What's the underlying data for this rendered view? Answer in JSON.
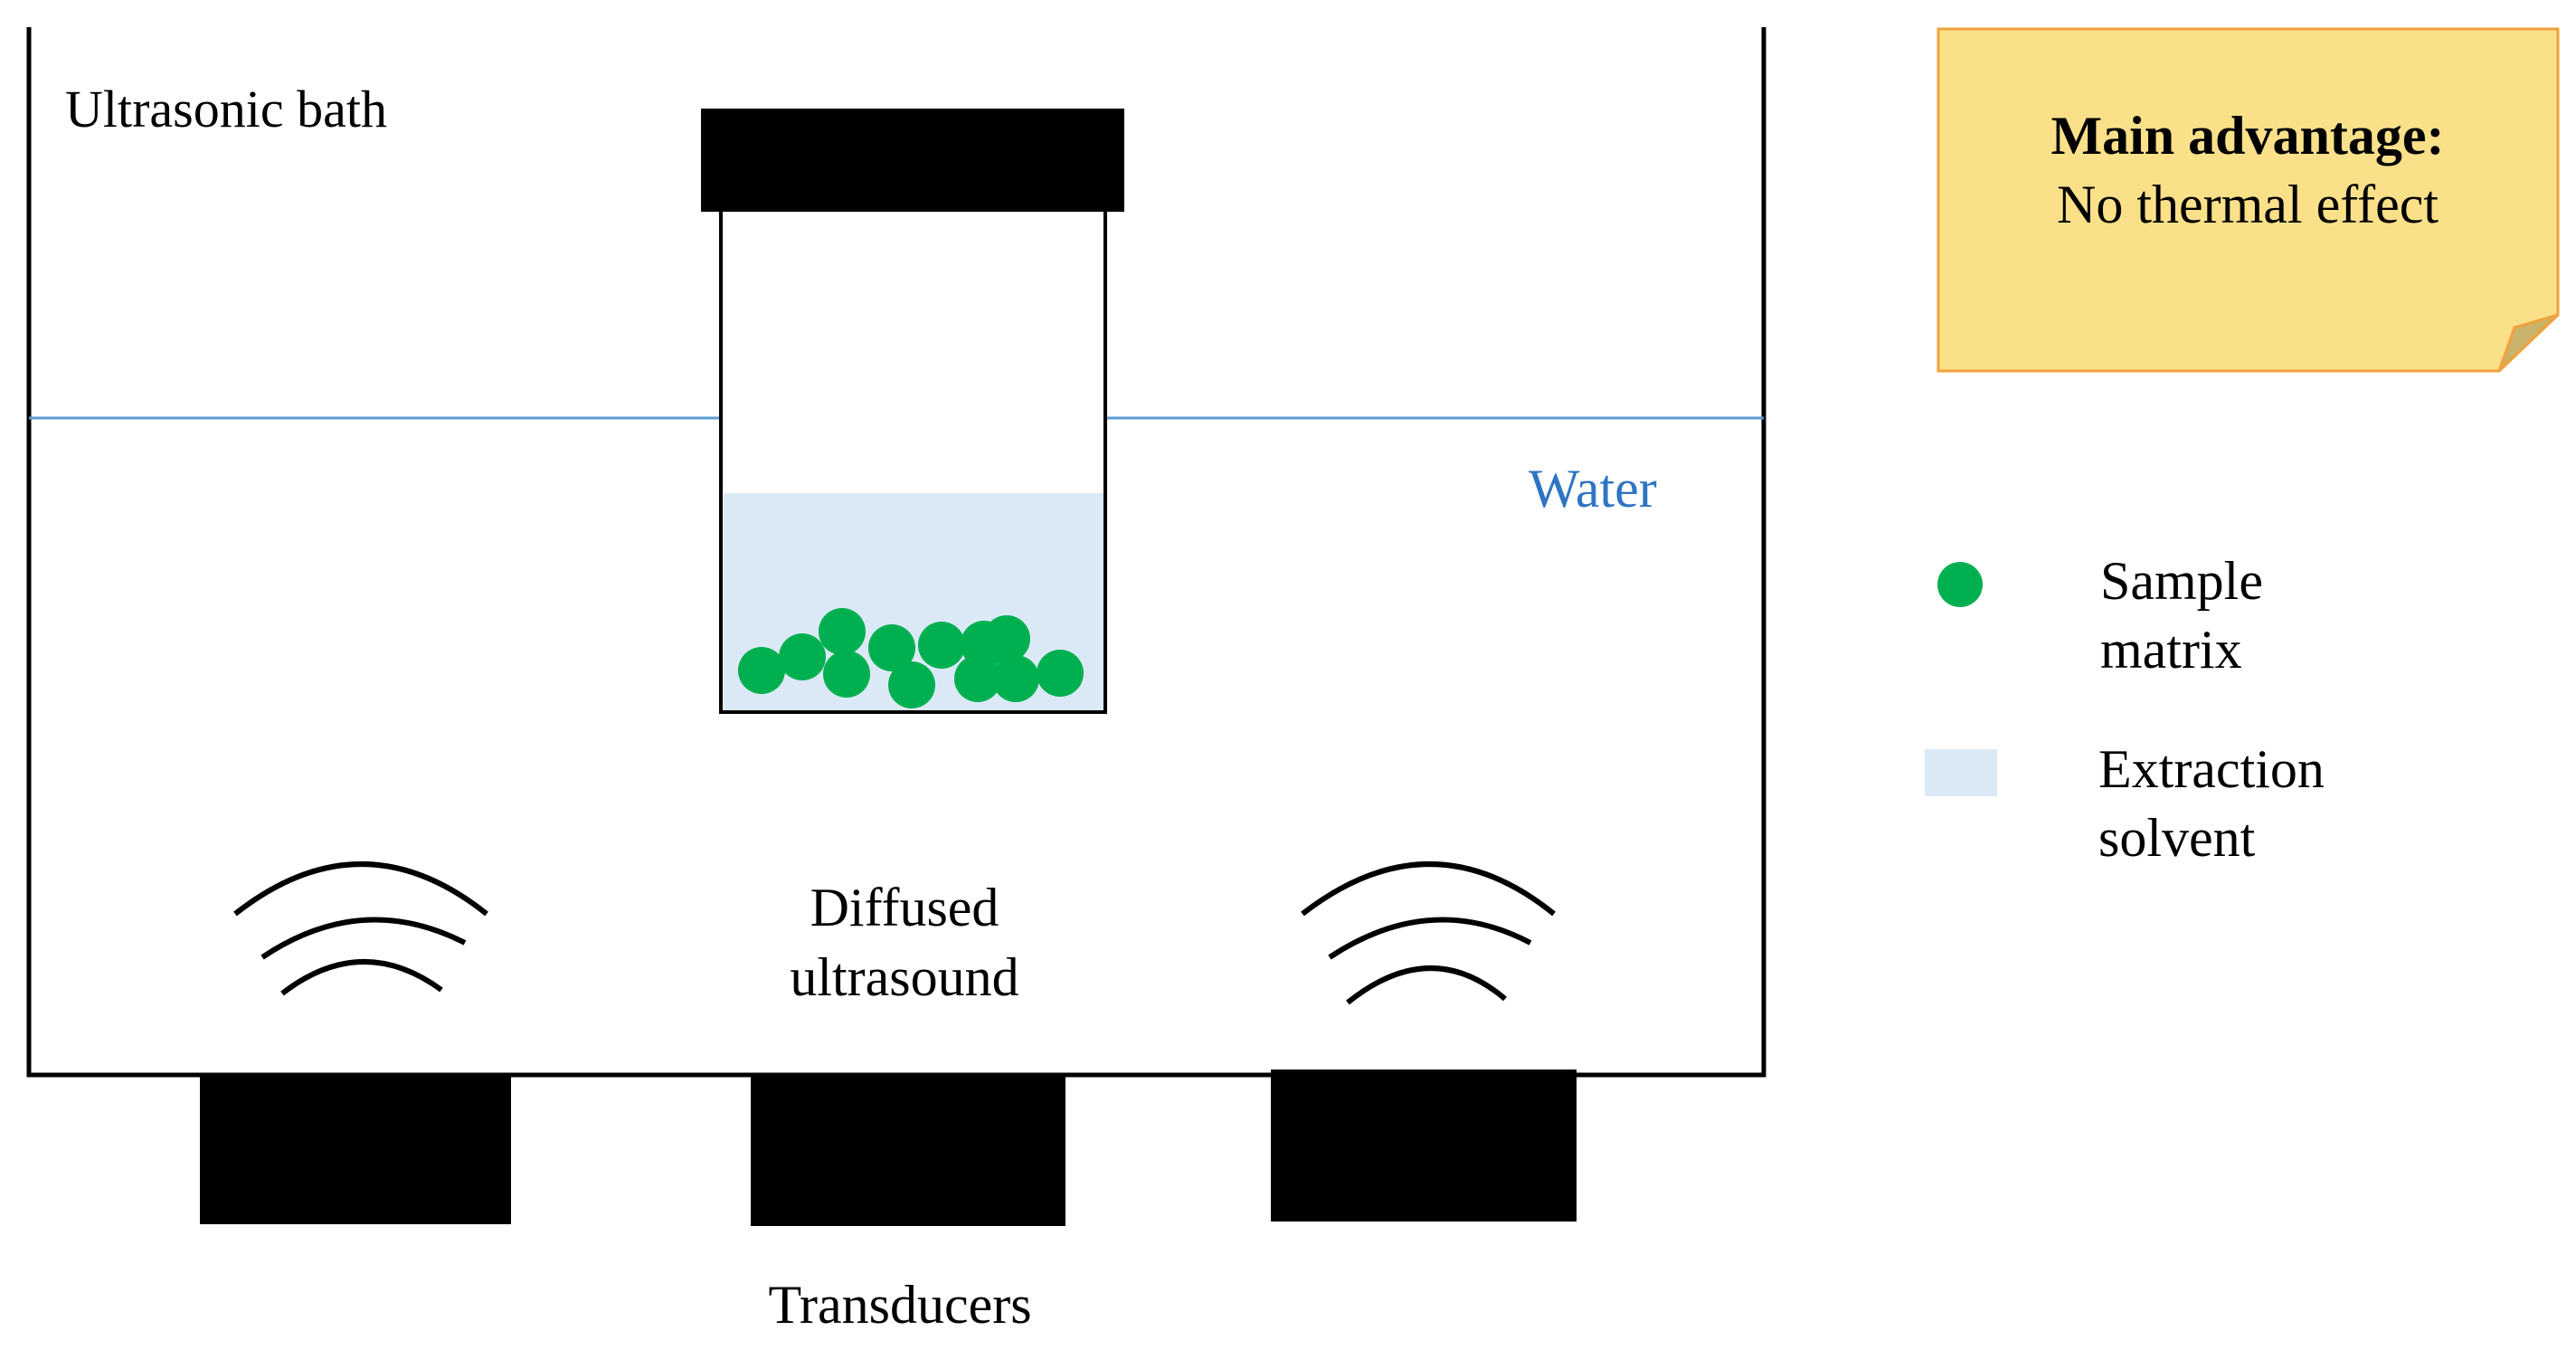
{
  "diagram": {
    "bath_label": "Ultrasonic bath",
    "water_label": "Water",
    "ultrasound_label_line1": "Diffused",
    "ultrasound_label_line2": "ultrasound",
    "transducers_label": "Transducers"
  },
  "note": {
    "title": "Main advantage:",
    "body": "No thermal effect"
  },
  "legend": {
    "sample_line1": "Sample",
    "sample_line2": "matrix",
    "solvent_line1": "Extraction",
    "solvent_line2": "solvent"
  },
  "colors": {
    "water_line": "#5b9bd5",
    "water_text": "#2e74c4",
    "solvent_fill": "#dbe9f6",
    "particle": "#00b050",
    "note_fill": "#fbe08a",
    "note_border": "#f0a23a",
    "note_fold": "#c9b36a",
    "ink": "#000000"
  },
  "icons": {
    "sample": "green-circle-icon",
    "solvent": "light-blue-square-icon",
    "wave": "ultrasound-wave-icon"
  }
}
